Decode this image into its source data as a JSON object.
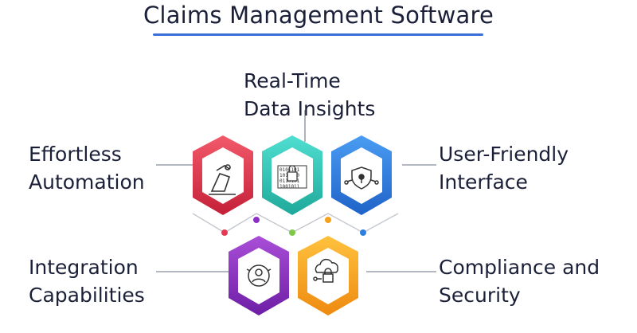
{
  "title": "Claims Management Software",
  "features": {
    "realtime": {
      "line1": "Real-Time",
      "line2": "Data Insights"
    },
    "effortless": {
      "line1": "Effortless",
      "line2": "Automation"
    },
    "userfriendly": {
      "line1": "User-Friendly",
      "line2": "Interface"
    },
    "integration": {
      "line1": "Integration",
      "line2": "Capabilities"
    },
    "compliance": {
      "line1": "Compliance and",
      "line2": "Security"
    }
  },
  "colors": {
    "title_underline": "#3a6fd8",
    "effortless": "#e23a52",
    "realtime": "#2fc6b6",
    "userfriendly": "#2d7fe0",
    "integration": "#8e2fc4",
    "compliance": "#f3a21c",
    "connector": "#9aa0ab"
  },
  "icons": {
    "effortless": "automation-hand-icon",
    "realtime": "data-lock-icon",
    "userfriendly": "shield-network-icon",
    "integration": "integration-person-icon",
    "compliance": "cloud-lock-icon"
  }
}
